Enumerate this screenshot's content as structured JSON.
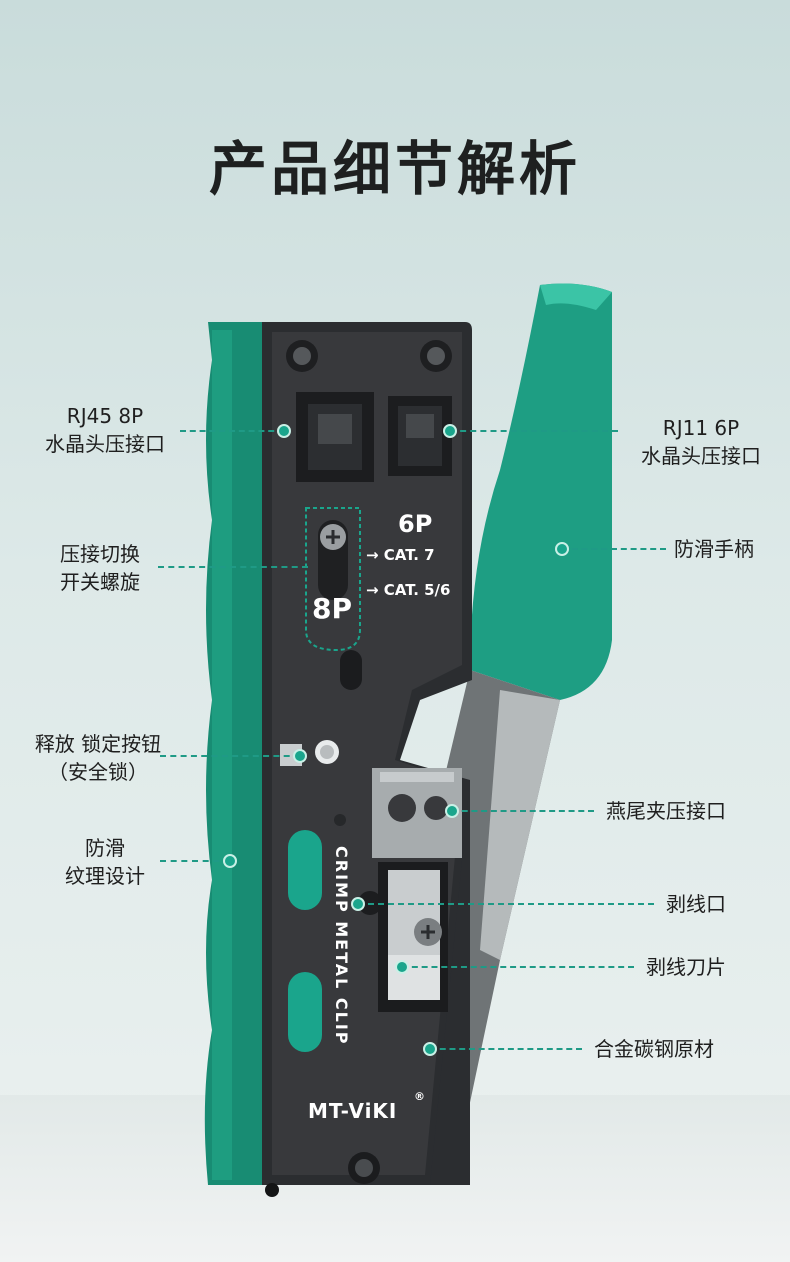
{
  "title": "产品细节解析",
  "tool_markings": {
    "six_p": "6P",
    "eight_p": "8P",
    "cat7": "→ CAT. 7",
    "cat56": "→ CAT. 5/6",
    "crimp_text": "CRIMP METAL CLIP",
    "brand": "MT-ViKI",
    "registered": "®"
  },
  "callouts": {
    "rj45": {
      "line1": "RJ45 8P",
      "line2": "水晶头压接口"
    },
    "rj11": {
      "line1": "RJ11 6P",
      "line2": "水晶头压接口"
    },
    "switch": {
      "line1": "压接切换",
      "line2": "开关螺旋"
    },
    "handle": {
      "line1": "防滑手柄"
    },
    "release": {
      "line1": "释放 锁定按钮",
      "line2": "（安全锁）"
    },
    "dovetail": {
      "line1": "燕尾夹压接口"
    },
    "texture": {
      "line1": "防滑",
      "line2": "纹理设计"
    },
    "strip_port": {
      "line1": "剥线口"
    },
    "strip_blade": {
      "line1": "剥线刀片"
    },
    "material": {
      "line1": "合金碳钢原材"
    }
  },
  "colors": {
    "accent": "#1aa58c",
    "tool_body": "#2a2c2e",
    "handle_green": "#1e9e83"
  }
}
